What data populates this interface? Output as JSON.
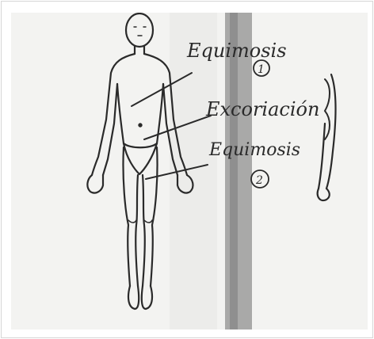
{
  "diagram": {
    "labels": {
      "label_1": "Equimosis",
      "marker_1": "1",
      "label_2": "Excoriación",
      "label_3": "Equimosis",
      "marker_2": "2"
    },
    "colors": {
      "paper": "#f3f3f1",
      "ink": "#2a2a2a",
      "stripe": "#9b9b9b"
    }
  }
}
